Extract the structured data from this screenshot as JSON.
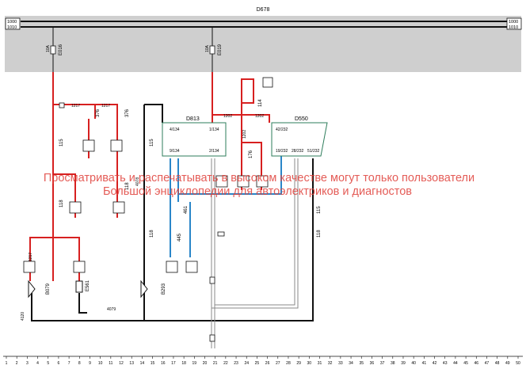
{
  "title": "D678",
  "bus_labels": [
    "1000",
    "1010"
  ],
  "colors": {
    "red": "#d72020",
    "black": "#111111",
    "blue": "#2a86c9",
    "grey": "#cfcfcf",
    "box_green": "#2e7d5b",
    "watermark": "#e0403a"
  },
  "fuses": [
    {
      "name": "E016",
      "rating": "10A"
    },
    {
      "name": "E019",
      "rating": "10A"
    }
  ],
  "modules": [
    {
      "name": "D813",
      "pins": [
        "4/134",
        "1/134",
        "9/134",
        "2/134"
      ]
    },
    {
      "name": "D550",
      "pins": [
        "42/232",
        "19/232",
        "28/232",
        "51/232"
      ]
    }
  ],
  "connectors": [
    "115",
    "376",
    "376",
    "115",
    "118",
    "118",
    "118",
    "461",
    "445",
    "176",
    "114",
    "118",
    "115"
  ],
  "wire_labels": [
    "1217",
    "1217",
    "1217",
    "1202",
    "1202",
    "1202",
    "4120",
    "4079",
    "4078"
  ],
  "components": [
    "B079",
    "E561",
    "B293"
  ],
  "watermark": {
    "line1": "Просматривать и распечатывать в высоком качестве могут только пользователи",
    "line2": "Большой энциклопедии для автоэлектриков и диагностов"
  },
  "ruler": [
    "1",
    "2",
    "3",
    "4",
    "5",
    "6",
    "7",
    "8",
    "9",
    "10",
    "11",
    "12",
    "13",
    "14",
    "15",
    "16",
    "17",
    "18",
    "19",
    "20",
    "21",
    "22",
    "23",
    "24",
    "25",
    "26",
    "27",
    "28",
    "29",
    "30",
    "31",
    "32",
    "33",
    "34",
    "35",
    "36",
    "37",
    "38",
    "39",
    "40",
    "41",
    "42",
    "43",
    "44",
    "45",
    "46",
    "47",
    "48",
    "49",
    "50"
  ]
}
